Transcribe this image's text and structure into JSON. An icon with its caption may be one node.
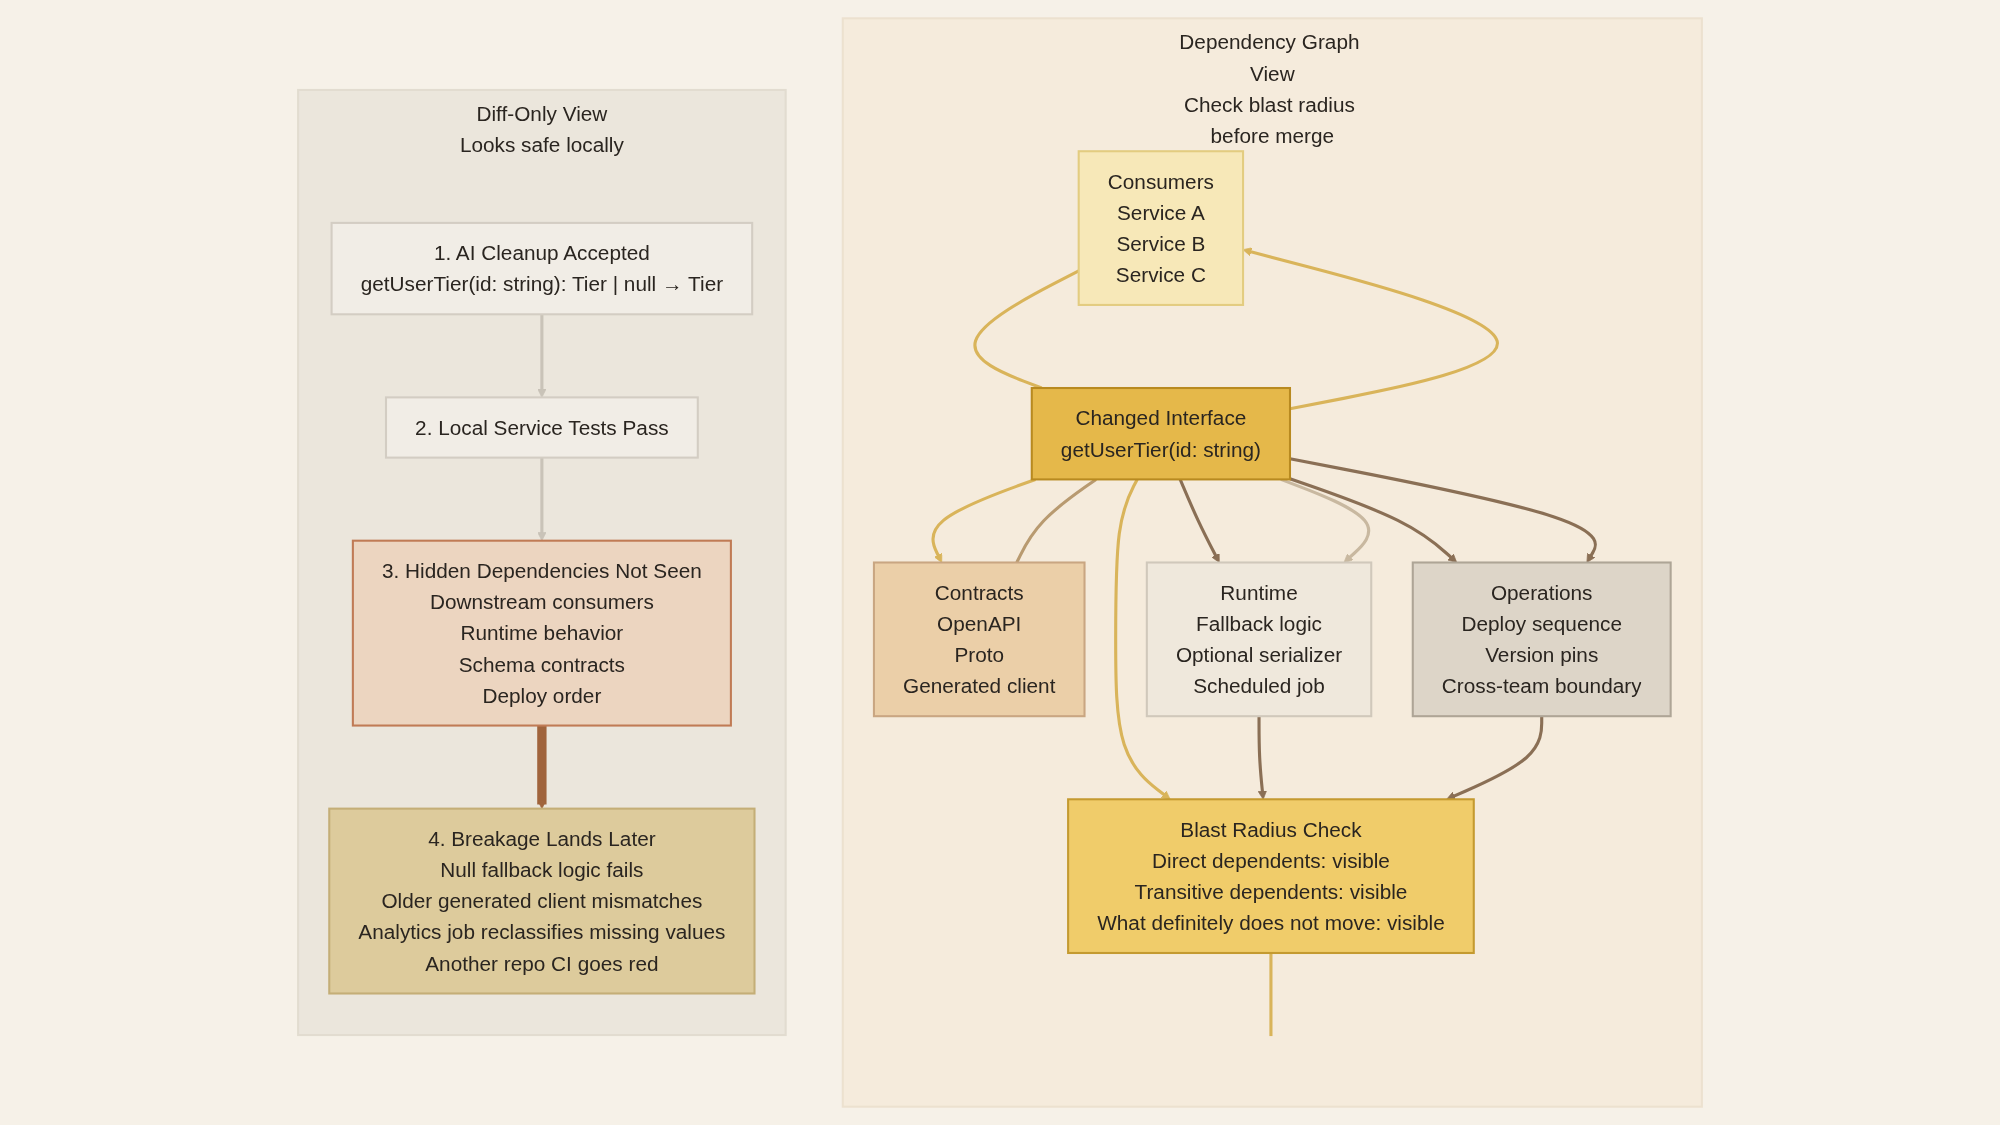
{
  "diagram": {
    "nodes": [
      {
        "text": [
          "Diff-Only View",
          "Looks safe locally"
        ]
      },
      {
        "text": [
          "1. AI Cleanup Accepted",
          "getUserTier(id: string): Tier | null → Tier"
        ],
        "in": 0
      },
      {
        "text": [
          "2. Local Service Tests Pass"
        ],
        "in": 0
      },
      {
        "text": [
          "3. Hidden Dependencies Not Seen",
          "Downstream consumers",
          "Runtime behavior",
          "Schema contracts",
          "Deploy order"
        ],
        "in": 0
      },
      {
        "text": [
          "4. Breakage Lands Later",
          "Null fallback logic fails",
          "Older generated client mismatches",
          "Analytics job reclassifies missing values",
          "Another repo CI goes red"
        ],
        "in": 0
      },
      {
        "text": [
          "Dependency Graph View",
          "Check blast radius before merge"
        ]
      },
      {
        "text": [
          "Consumers",
          "Service A",
          "Service B",
          "Service C"
        ],
        "in": 5
      },
      {
        "text": [
          "Contracts",
          "OpenAPI",
          "Proto",
          "Generated client"
        ],
        "in": 5
      },
      {
        "text": [
          "Changed Interface",
          "getUserTier(id: string)"
        ],
        "in": 5
      },
      {
        "text": [
          "Runtime",
          "Fallback logic",
          "Optional serializer",
          "Scheduled job"
        ],
        "in": 5
      },
      {
        "text": [
          "Operations",
          "Deploy sequence",
          "Version pins",
          "Cross-team boundary"
        ],
        "in": 5
      },
      {
        "text": [
          "Blast Radius Check",
          "Direct dependents: visible",
          "Transitive dependents: visible",
          "What definitely does not move: visible"
        ],
        "in": 5
      }
    ],
    "edges": [
      {
        "from": 1,
        "to": 2,
        "arrow": "to",
        "color": "#c9c3b8"
      },
      {
        "from": 2,
        "to": 3,
        "arrow": "to",
        "color": "#c9c3b8"
      },
      {
        "from": 3,
        "to": 4,
        "arrow": "to",
        "style": "thick",
        "color": "#a0643c"
      },
      {
        "from": 8,
        "to": 6,
        "arrow": "to",
        "color": "#d9b45a"
      },
      {
        "from": 6,
        "to": 8,
        "arrow": "none",
        "color": "#d9b45a"
      },
      {
        "from": 8,
        "to": 7,
        "arrow": "to",
        "color": "#d9b45a"
      },
      {
        "from": 7,
        "to": 8,
        "arrow": "none",
        "color": "#b89a70"
      },
      {
        "from": 8,
        "to": 9,
        "arrow": "to",
        "color": "#8a6f55"
      },
      {
        "from": 8,
        "to": 10,
        "arrow": "to",
        "color": "#8a6f55"
      },
      {
        "from": 8,
        "to": 9,
        "arrow": "to",
        "color": "#c8b8a0"
      },
      {
        "from": 8,
        "to": 10,
        "arrow": "to",
        "color": "#8a6f55"
      },
      {
        "from": 8,
        "to": 11,
        "arrow": "to",
        "color": "#d9b45a"
      },
      {
        "from": 9,
        "to": 11,
        "arrow": "to",
        "color": "#8a6f55"
      },
      {
        "from": 10,
        "to": 11,
        "arrow": "to",
        "color": "#8a6f55"
      },
      {
        "from": 11,
        "to": null,
        "arrow": "none",
        "color": "#d9b45a"
      }
    ]
  }
}
